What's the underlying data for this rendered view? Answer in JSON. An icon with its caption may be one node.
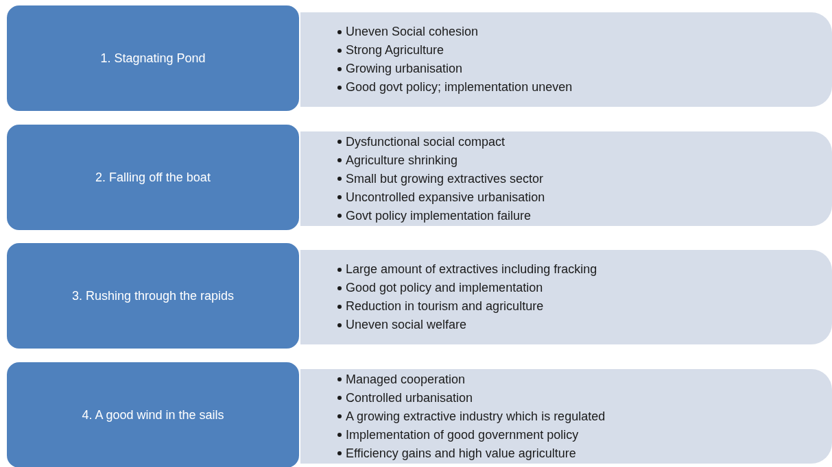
{
  "diagram": {
    "nodes": [
      {
        "text": [
          "1. Stagnating Pond"
        ]
      },
      {
        "text": [
          "Uneven Social cohesion",
          "Strong Agriculture",
          "Growing urbanisation",
          "Good govt policy; implementation uneven"
        ]
      },
      {
        "text": [
          "2. Falling off the boat"
        ]
      },
      {
        "text": [
          "Dysfunctional social compact",
          "Agriculture shrinking",
          "Small but growing extractives sector",
          "Uncontrolled expansive urbanisation",
          "Govt policy implementation failure"
        ]
      },
      {
        "text": [
          "3. Rushing through the rapids"
        ]
      },
      {
        "text": [
          "Large amount of extractives including fracking",
          "Good got policy and implementation",
          "Reduction in tourism and agriculture",
          "Uneven social welfare"
        ]
      },
      {
        "text": [
          "4. A good wind in the sails"
        ]
      },
      {
        "text": [
          "Managed cooperation",
          "Controlled urbanisation",
          "A growing extractive industry which is regulated",
          "Implementation of good government policy",
          "Efficiency gains and high value agriculture"
        ]
      }
    ]
  }
}
